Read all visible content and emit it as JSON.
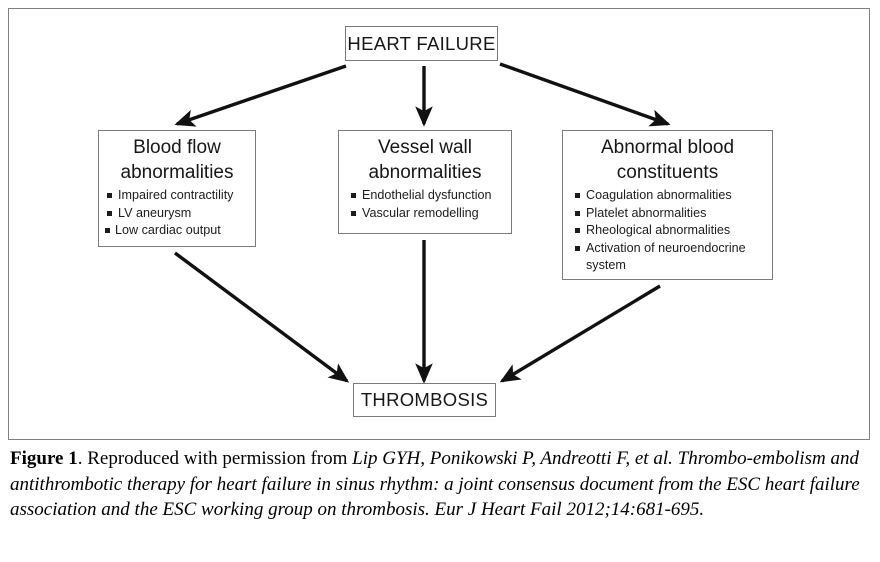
{
  "figure": {
    "nodes": {
      "root": {
        "label": "HEART FAILURE"
      },
      "blood_flow": {
        "title_line1": "Blood flow",
        "title_line2": "abnormalities",
        "bullets": [
          "Impaired contractility",
          "LV aneurysm",
          "Low cardiac output"
        ]
      },
      "vessel_wall": {
        "title_line1": "Vessel wall",
        "title_line2": "abnormalities",
        "bullets": [
          "Endothelial dysfunction",
          "Vascular remodelling"
        ]
      },
      "abnormal_blood": {
        "title_line1": "Abnormal blood",
        "title_line2": "constituents",
        "bullets": [
          "Coagulation abnormalities",
          "Platelet abnormalities",
          "Rheological abnormalities",
          "Activation of neuroendocrine system"
        ]
      },
      "outcome": {
        "label": "THROMBOSIS"
      }
    },
    "edges": [
      {
        "name": "heart-failure-to-blood-flow",
        "from": "root",
        "to": "blood_flow"
      },
      {
        "name": "heart-failure-to-vessel-wall",
        "from": "root",
        "to": "vessel_wall"
      },
      {
        "name": "heart-failure-to-abnormal-blood",
        "from": "root",
        "to": "abnormal_blood"
      },
      {
        "name": "blood-flow-to-thrombosis",
        "from": "blood_flow",
        "to": "outcome"
      },
      {
        "name": "vessel-wall-to-thrombosis",
        "from": "vessel_wall",
        "to": "outcome"
      },
      {
        "name": "abnormal-blood-to-thrombosis",
        "from": "abnormal_blood",
        "to": "outcome"
      }
    ],
    "colors": {
      "box_border": "#7a7a7a",
      "frame_border": "#808080",
      "arrow": "#111111",
      "text": "#171717",
      "background": "#ffffff"
    }
  },
  "caption": {
    "figure_label": "Figure 1",
    "lead_text": ". Reproduced with permission from ",
    "authors": "Lip GYH, Ponikowski P, Andreotti F, et al.",
    "article_title": "Thrombo-embolism and antithrombotic therapy for heart failure in sinus rhythm: a joint consensus document from the ESC heart failure association and the ESC working group on thrombosis.",
    "journal_citation": "Eur J Heart Fail 2012;14:681-695."
  }
}
